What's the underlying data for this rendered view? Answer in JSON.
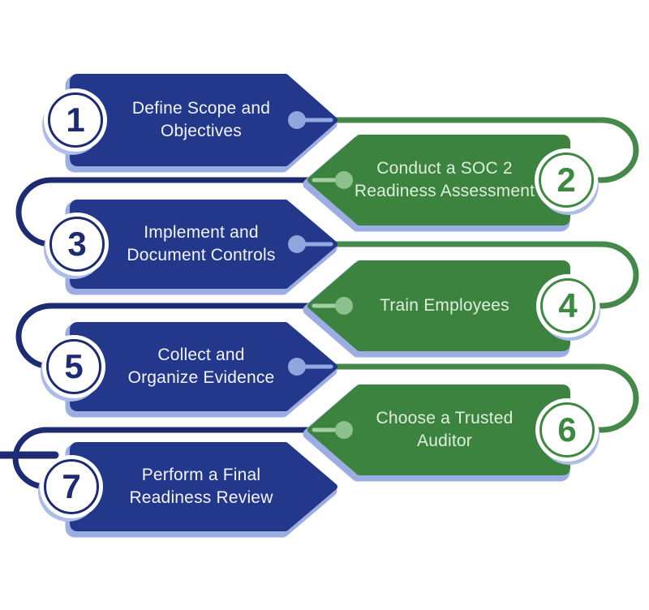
{
  "diagram": {
    "description": "Seven-step SOC 2 readiness process flow",
    "steps": [
      {
        "number": "1",
        "title": "Define Scope and\nObjectives",
        "color": "blue"
      },
      {
        "number": "2",
        "title": "Conduct a SOC 2\nReadiness Assessment",
        "color": "green"
      },
      {
        "number": "3",
        "title": "Implement and\nDocument Controls",
        "color": "blue"
      },
      {
        "number": "4",
        "title": "Train Employees",
        "color": "green"
      },
      {
        "number": "5",
        "title": "Collect and\nOrganize Evidence",
        "color": "blue"
      },
      {
        "number": "6",
        "title": "Choose a Trusted\nAuditor",
        "color": "green"
      },
      {
        "number": "7",
        "title": "Perform a Final\nReadiness Review",
        "color": "blue"
      }
    ]
  },
  "colors": {
    "blue": "#23378b",
    "navy_line": "#1d2b72",
    "green": "#3d8340",
    "green_ring": "#3c8a3f",
    "green_line": "#45894a",
    "outline": "#9bade2",
    "halo": "#aebde8",
    "dot_blue": "#8fa5dc",
    "dot_blue_line": "#93a9e0",
    "dot_green": "#8cc08e",
    "dot_green_line": "#a3cfa4",
    "text_on_blue": "#f2f5fd",
    "text_on_green": "#ddefdc",
    "circle_bg": "#ffffff"
  }
}
